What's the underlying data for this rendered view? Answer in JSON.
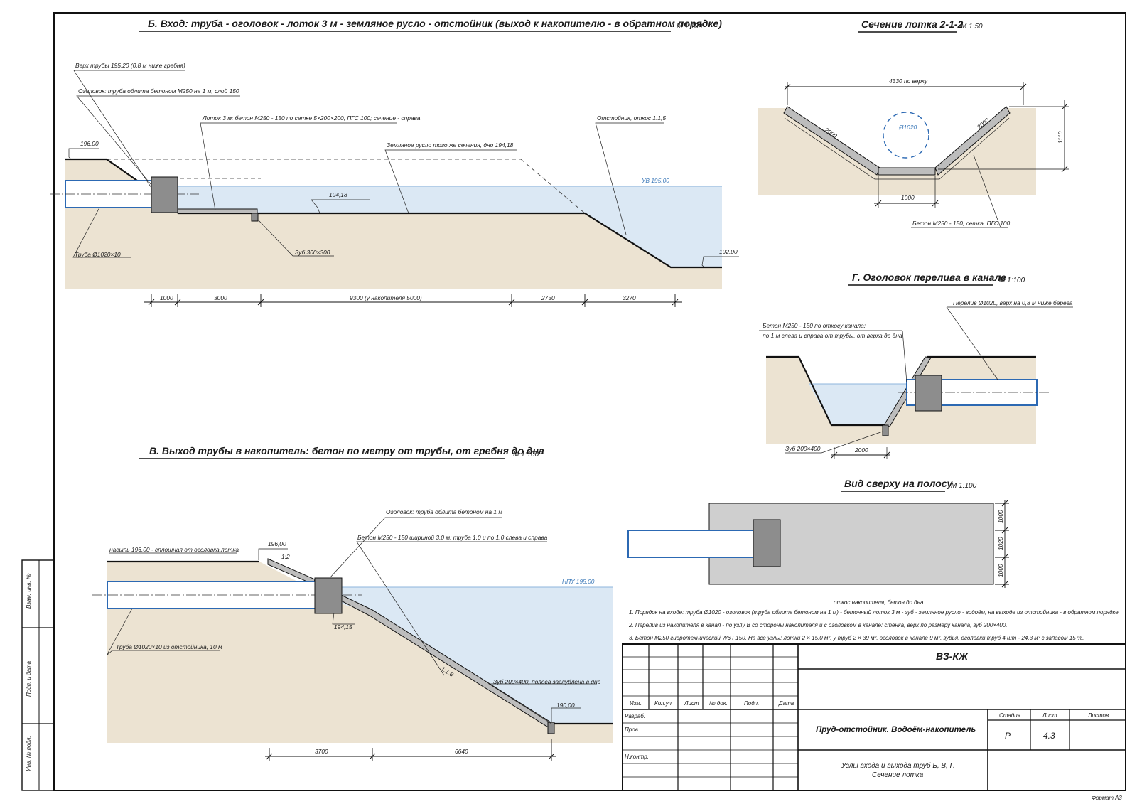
{
  "sheet": {
    "format": "Формат А3",
    "side_stamp": [
      "Взам. инв. №",
      "Подп. и дата",
      "Инв. № подл."
    ]
  },
  "section_b": {
    "title": "Б. Вход: труба - оголовок - лоток 3 м - земляное русло - отстойник (выход к накопителю - в обратном порядке)",
    "scale": "М 1:100",
    "labels": {
      "pipe_top": "Верх трубы 195,20 (0,8 м ниже гребня)",
      "headwall": "Оголовок: труба облита бетоном М250 на 1 м, слой 150",
      "tray": "Лоток 3 м: бетон М250 - 150 по сетке 5×200×200, ПГС 100; сечение - справа",
      "settler": "Отстойник, откос 1:1,5",
      "channel": "Земляное русло того же сечения, дно 194,18",
      "crest": "196,00",
      "water_level": "УВ 195,00",
      "bottom": "194,18",
      "settler_bottom": "192,00",
      "tooth": "Зуб 300×300",
      "pipe": "Труба Ø1020×10"
    },
    "dims": [
      "1000",
      "3000",
      "9300 (у накопителя 5000)",
      "2730",
      "3270"
    ]
  },
  "section_tray": {
    "title": "Сечение лотка 2-1-2",
    "scale": "М 1:50",
    "top_width": "4330 по верху",
    "slope_left": "2000",
    "slope_right": "2000",
    "pipe_dia": "Ø1020",
    "height": "1110",
    "bottom_width": "1000",
    "concrete": "Бетон М250 - 150, сетка, ПГС 100"
  },
  "section_g": {
    "title": "Г. Оголовок перелива в канале",
    "scale": "М 1:100",
    "overflow": "Перелив Ø1020, верх на 0,8 м ниже берега",
    "concrete_1": "Бетон М250 - 150 по откосу канала:",
    "concrete_2": "по 1 м слева и справа от трубы, от верха до дна",
    "tooth": "Зуб 200×400",
    "dim": "2000"
  },
  "section_top": {
    "title": "Вид сверху на полосу",
    "scale": "М 1:100",
    "dims": [
      "1000",
      "1020",
      "1000"
    ],
    "caption": "откос накопителя, бетон до дна"
  },
  "section_v": {
    "title": "В. Выход трубы в накопитель: бетон по метру от трубы, от гребня до дна",
    "scale": "М 1:100",
    "labels": {
      "headwall": "Оголовок: труба облита бетоном на 1 м",
      "concrete": "Бетон М250 - 150 шириной 3,0 м: труба 1,0 и по 1,0 слева и справа",
      "crest": "196,00",
      "embankment": "насыпь 196,00 - сплошная от оголовка лотка",
      "slope_top": "1:2",
      "npu": "НПУ 195,00",
      "pipe_level": "194,15",
      "pipe": "Труба Ø1020×10 из отстойника, 10 м",
      "slope": "1:1,6",
      "tooth": "Зуб 200×400, полоса заглублена в дно",
      "bottom": "190,00"
    },
    "dims": [
      "3700",
      "6640"
    ]
  },
  "notes": [
    "1. Порядок на входе: труба Ø1020 - оголовок (труба облита бетоном на 1 м) - бетонный лоток 3 м - зуб - земляное русло - водоём; на выходе из отстойника - в обратном порядке.",
    "2. Перелив из накопителя в канал - по узлу В со стороны накопителя и с оголовком в канале: стенка, верх по размеру канала, зуб 200×400.",
    "3. Бетон М250 гидротехнический W6 F150. На все узлы: лотки 2 × 15,0 м², у труб 2 × 39 м², оголовок в канале 9 м², зубья, оголовки труб 4 шт - 24,3 м³ с запасом 15 %."
  ],
  "title_block": {
    "code": "ВЗ-КЖ",
    "columns": [
      "Изм.",
      "Кол.уч",
      "Лист",
      "№ док.",
      "Подп.",
      "Дата"
    ],
    "roles": [
      "Разраб.",
      "Пров.",
      "Н.контр."
    ],
    "project": "Пруд-отстойник. Водоём-накопитель",
    "stage_h": "Стадия",
    "sheet_h": "Лист",
    "sheets_h": "Листов",
    "stage": "Р",
    "sheet": "4.3",
    "desc_1": "Узлы входа и выхода труб Б, В, Г.",
    "desc_2": "Сечение лотка"
  }
}
